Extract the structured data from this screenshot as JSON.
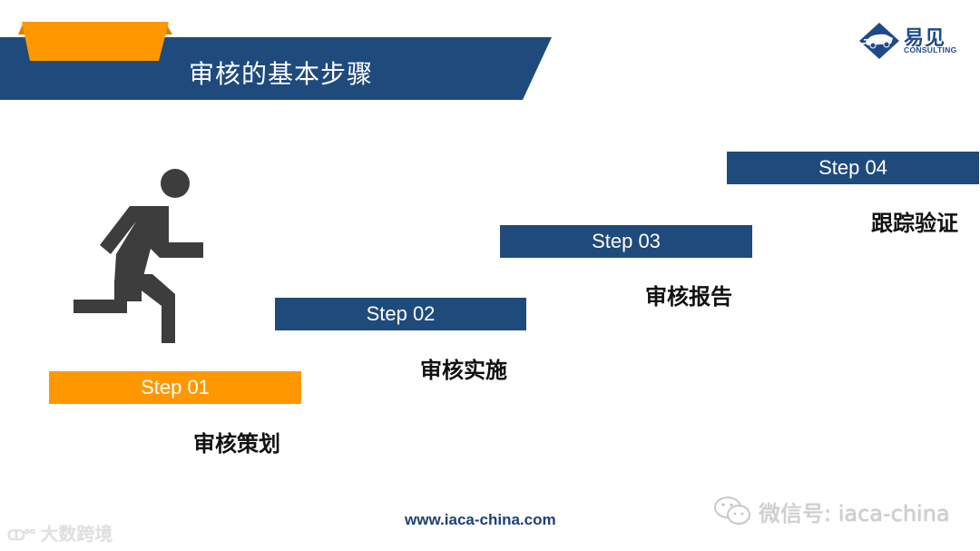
{
  "header": {
    "title": "审核的基本步骤",
    "colors": {
      "banner_blue": "#1f4a7c",
      "tab_orange": "#ff9800"
    }
  },
  "logo": {
    "name_cn": "易见",
    "name_en": "CONSULTING",
    "icon": "car-diamond-logo-icon"
  },
  "figure": {
    "icon": "running-man-icon",
    "color": "#3d3d3d"
  },
  "steps": [
    {
      "label": "Step 01",
      "title": "审核策划",
      "color": "#ff9800"
    },
    {
      "label": "Step 02",
      "title": "审核实施",
      "color": "#1f4a7c"
    },
    {
      "label": "Step 03",
      "title": "审核报告",
      "color": "#1f4a7c"
    },
    {
      "label": "Step 04",
      "title": "跟踪验证",
      "color": "#1f4a7c"
    }
  ],
  "footer": {
    "url": "www.iaca-china.com",
    "wechat": "微信号: iaca-china",
    "watermark": "大数跨境"
  }
}
